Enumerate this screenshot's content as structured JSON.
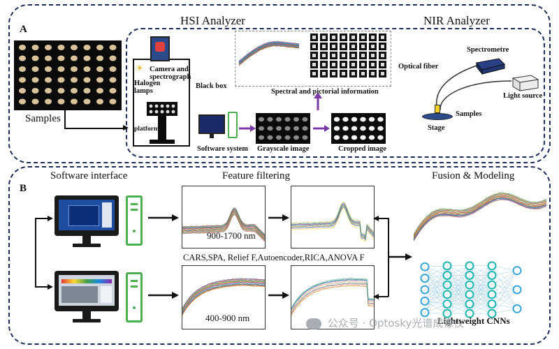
{
  "panel_a": {
    "letter": "A",
    "hsi_title": "HSI Analyzer",
    "nir_title": "NIR Analyzer",
    "samples_label": "Samples",
    "camera_label": "Camera and spectrograph",
    "halogen_label": "Halogen lamps",
    "black_box_label": "Black box",
    "platform_label": "platform",
    "software_system_label": "Software system",
    "grayscale_label": "Grayscale image",
    "cropped_label": "Cropped image",
    "spectral_label": "Spectral and pictorial information",
    "optical_fiber_label": "Optical fiber",
    "spectrometre_label": "Spectrometre",
    "light_source_label": "Light source",
    "nir_samples_label": "Samples",
    "stage_label": "Stage"
  },
  "panel_b": {
    "letter": "B",
    "software_interface_title": "Software interface",
    "feature_filtering_title": "Feature filtering",
    "fusion_title": "Fusion & Modeling",
    "range_top": "900-1700 nm",
    "range_bottom": "400-900 nm",
    "methods_label": "CARS,SPA, Relief F,Autoencoder,RICA,ANOVA F",
    "cnn_label": "Lightweight CNNs"
  },
  "watermark": {
    "text": "公众号 · Optosky光谱成像仪"
  },
  "colors": {
    "frame": "#1f2d5a",
    "arrow_purple": "#7b3aa8",
    "computer_green": "#4caf50",
    "nn_node": "#3aa5d8",
    "nn_node2": "#1cb5b0"
  }
}
